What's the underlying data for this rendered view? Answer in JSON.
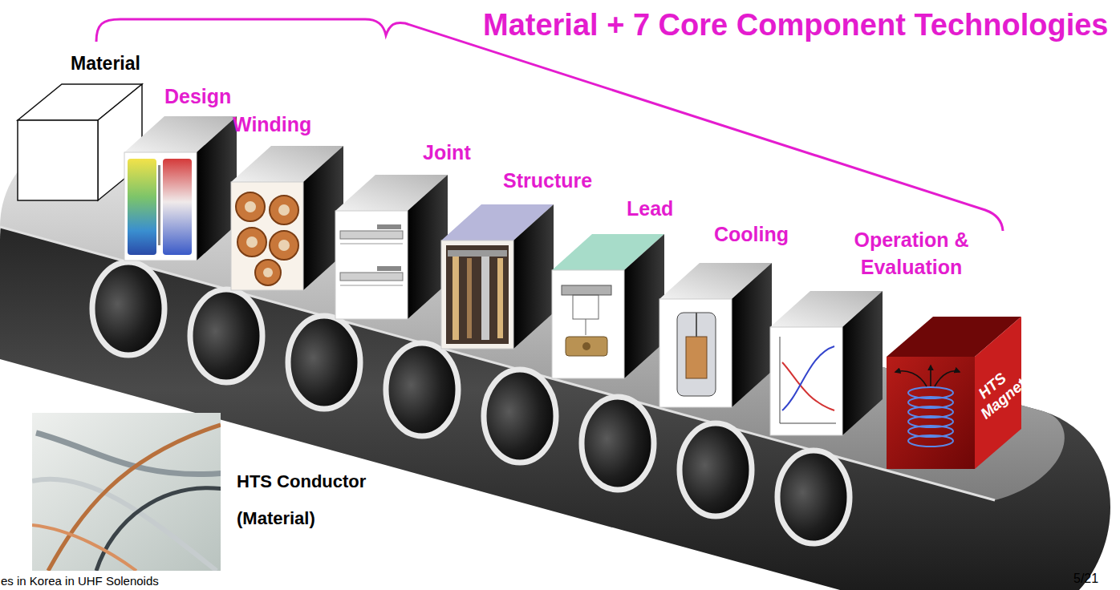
{
  "diagram": {
    "title": "Material + 7 Core Component Technologies",
    "nodes": [
      {
        "text": [
          "Material"
        ]
      },
      {
        "text": [
          "Design"
        ]
      },
      {
        "text": [
          "Winding"
        ]
      },
      {
        "text": [
          "Joint"
        ]
      },
      {
        "text": [
          "Structure"
        ]
      },
      {
        "text": [
          "Lead"
        ]
      },
      {
        "text": [
          "Cooling"
        ]
      },
      {
        "text": [
          "Operation & Evaluation"
        ]
      },
      {
        "text": [
          "HTS Magnet"
        ]
      }
    ],
    "labels": [
      "HTS Conductor (Material)",
      "es in Korea in UHF Solenoids",
      "5/21"
    ]
  }
}
